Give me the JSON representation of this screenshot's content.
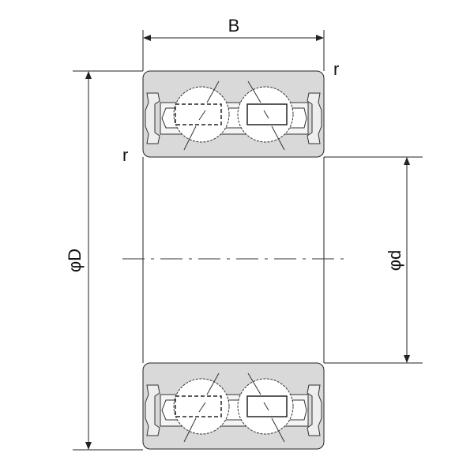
{
  "labels": {
    "width": "B",
    "outer_diameter": "φD",
    "inner_diameter": "φd",
    "radius_top": "r",
    "radius_left": "r"
  },
  "colors": {
    "ring_fill": "#d9d9d9",
    "line": "#222222"
  }
}
